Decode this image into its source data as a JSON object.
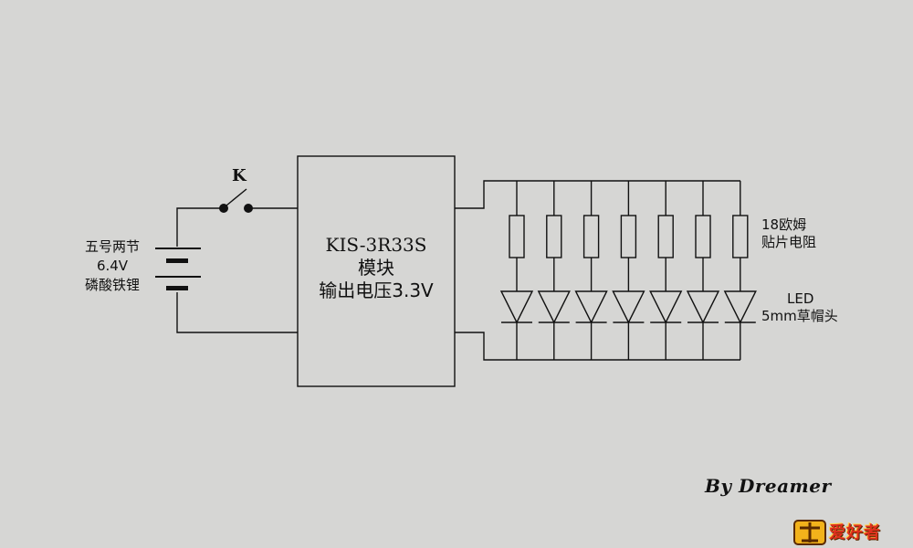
{
  "battery": {
    "lines": [
      "五号两节",
      "6.4V",
      "磷酸铁锂"
    ]
  },
  "switch": {
    "label": "K"
  },
  "module": {
    "lines": [
      "KIS-3R33S",
      "模块",
      "输出电压3.3V"
    ]
  },
  "resistors": {
    "count": 7,
    "lines": [
      "18欧姆",
      "贴片电阻"
    ]
  },
  "leds": {
    "count": 7,
    "lines": [
      "LED",
      "5mm草帽头"
    ]
  },
  "credit": "By Dreamer",
  "logo": {
    "text": "爱好者"
  },
  "colors": {
    "background": "#d6d6d4",
    "wire": "#111111",
    "logo_red": "#e0301e",
    "logo_yellow": "#f2b21b"
  }
}
